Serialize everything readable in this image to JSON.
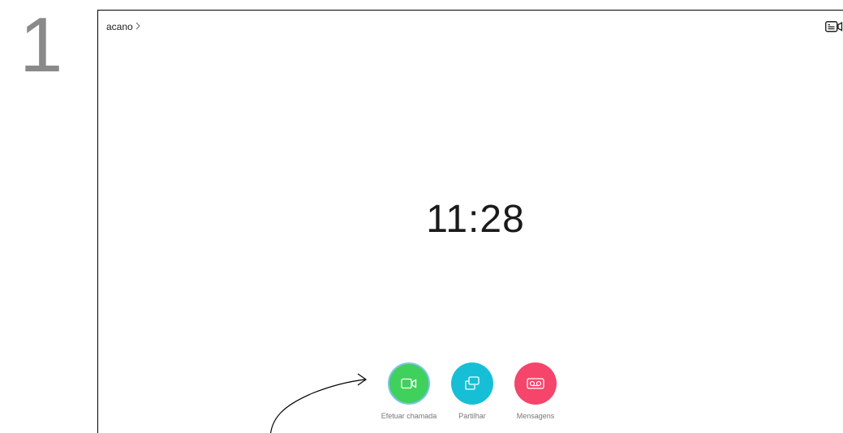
{
  "step": {
    "number": "1"
  },
  "header": {
    "breadcrumb_label": "acano",
    "breadcrumb_chevron": "chevron-right-icon",
    "right_icon": "video-camera-list-icon"
  },
  "main": {
    "clock_time": "11:28"
  },
  "actions": [
    {
      "label": "Efetuar chamada",
      "icon": "video-camera-icon",
      "color": "#3fd15c",
      "ring_color": "#7cc4e8"
    },
    {
      "label": "Partilhar",
      "icon": "share-screens-icon",
      "color": "#17bfd6"
    },
    {
      "label": "Mensagens",
      "icon": "voicemail-icon",
      "color": "#f5456b"
    }
  ]
}
